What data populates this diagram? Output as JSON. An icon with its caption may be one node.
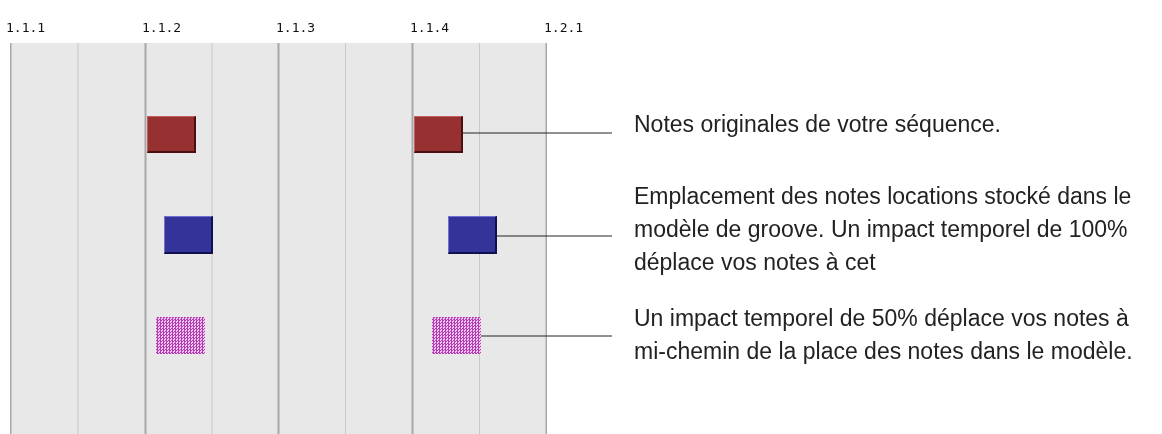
{
  "diagram": {
    "nodes": [
      {
        "text": [],
        "shape": "bar"
      },
      {
        "text": [],
        "shape": "bar"
      },
      {
        "text": [],
        "shape": "bar"
      },
      {
        "text": [],
        "shape": "bar"
      },
      {
        "text": [],
        "shape": "bar"
      },
      {
        "text": [],
        "shape": "bar"
      },
      {
        "text": [
          "Notes originales de votre séquence."
        ]
      },
      {
        "text": [
          "Emplacement des notes locations stocké dans le modèle de groove. Un impact temporel de 100% déplace vos notes à cet"
        ]
      },
      {
        "text": [
          "Un impact temporel de 50% déplace vos notes à mi-chemin de la place des notes dans le modèle."
        ]
      }
    ],
    "edges": [
      {
        "from": 6,
        "to": 1,
        "arrow": "none"
      },
      {
        "from": 7,
        "to": 3,
        "arrow": "none"
      },
      {
        "from": 8,
        "to": 5,
        "arrow": "none"
      }
    ],
    "labels": [
      "1.1.1",
      "1.1.2",
      "1.1.3",
      "1.1.4",
      "1.2.1"
    ]
  }
}
